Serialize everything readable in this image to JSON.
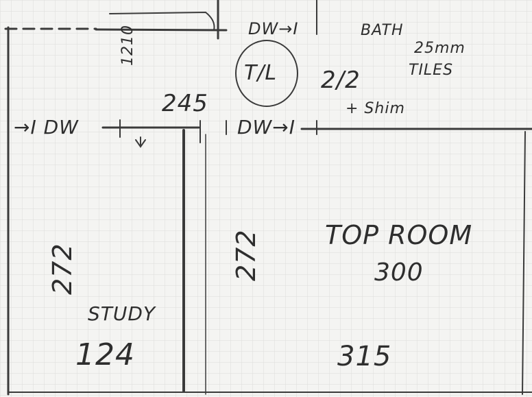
{
  "sketch": {
    "labels": {
      "dw_top": "DW→I",
      "bath": "BATH",
      "tiles_size": "25mm",
      "tiles": "TILES",
      "tl": "T/L",
      "ratio": "2/2",
      "plus_shim": "+ Shim",
      "dim_1210": "1210",
      "dim_245": "245",
      "dw_left": "→I DW",
      "dw_mid": "DW→I",
      "study": "STUDY",
      "study_width": "124",
      "study_height": "272",
      "mid_height": "272",
      "top_room": "TOP ROOM",
      "top_room_num": "300",
      "top_room_width": "315"
    },
    "colors": {
      "paper": "#f4f4f2",
      "grid": "#dcdcda",
      "pencil": "#3a3a3a"
    }
  }
}
